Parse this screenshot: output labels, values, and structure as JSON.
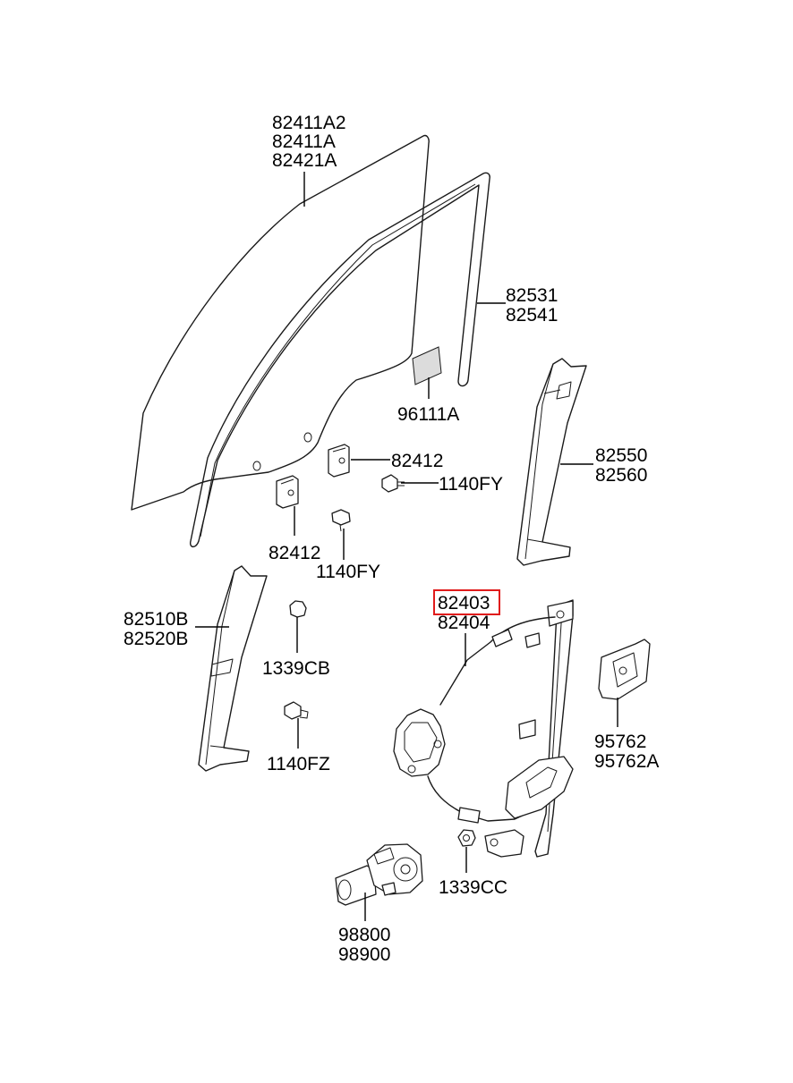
{
  "labels": {
    "glass": [
      "82411A2",
      "82411A",
      "82421A"
    ],
    "channel_run": [
      "82531",
      "82541"
    ],
    "label_sticker": "96111A",
    "clip_right": "82412",
    "clip_left": "82412",
    "bolt_fy_right": "1140FY",
    "bolt_fy_lower": "1140FY",
    "rear_channel": [
      "82550",
      "82560"
    ],
    "front_channel": [
      "82510B",
      "82520B"
    ],
    "nut_cb": "1339CB",
    "bolt_fz": "1140FZ",
    "regulator": [
      "82403",
      "82404"
    ],
    "bracket": [
      "95762",
      "95762A"
    ],
    "nut_cc": "1339CC",
    "motor": [
      "98800",
      "98900"
    ]
  },
  "highlight": {
    "part": "82403",
    "color": "#e01b1b"
  }
}
